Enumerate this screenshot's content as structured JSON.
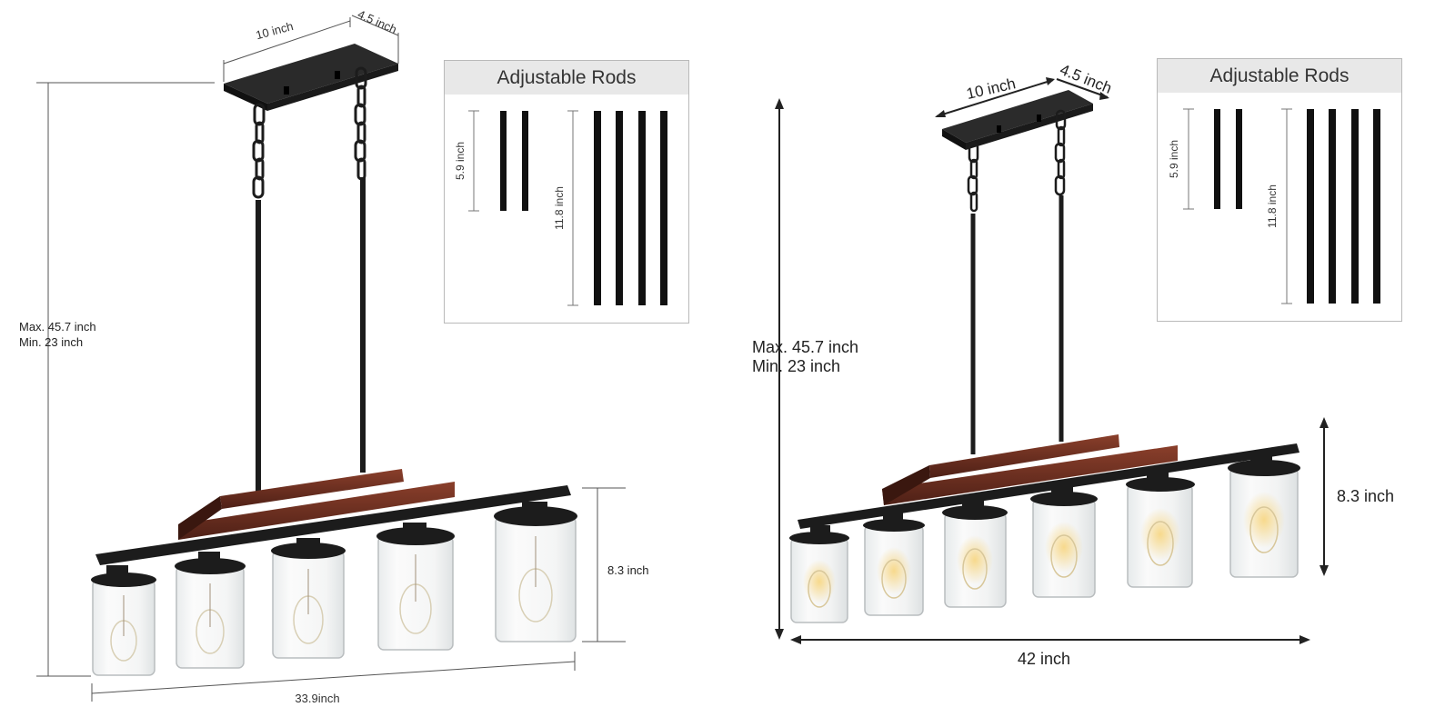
{
  "panels": [
    {
      "id": "five-light",
      "canopy_length": "10 inch",
      "canopy_width": "4.5 inch",
      "height_max": "Max. 45.7 inch",
      "height_min": "Min. 23 inch",
      "shade_height": "8.3 inch",
      "fixture_length": "33.9inch",
      "rods": {
        "title": "Adjustable Rods",
        "short_label": "5.9 inch",
        "long_label": "11.8 inch",
        "short_count": 2,
        "long_count": 4
      }
    },
    {
      "id": "six-light",
      "canopy_length": "10 inch",
      "canopy_width": "4.5 inch",
      "height_max": "Max. 45.7 inch",
      "height_min": "Min. 23 inch",
      "shade_height": "8.3 inch",
      "fixture_length": "42 inch",
      "rods": {
        "title": "Adjustable Rods",
        "short_label": "5.9 inch",
        "long_label": "11.8 inch",
        "short_count": 2,
        "long_count": 4
      }
    }
  ],
  "colors": {
    "metal": "#1c1c1c",
    "wood": "#6a2e1f",
    "glass_edge": "#b9bdbf",
    "dimension_line": "#333333"
  }
}
